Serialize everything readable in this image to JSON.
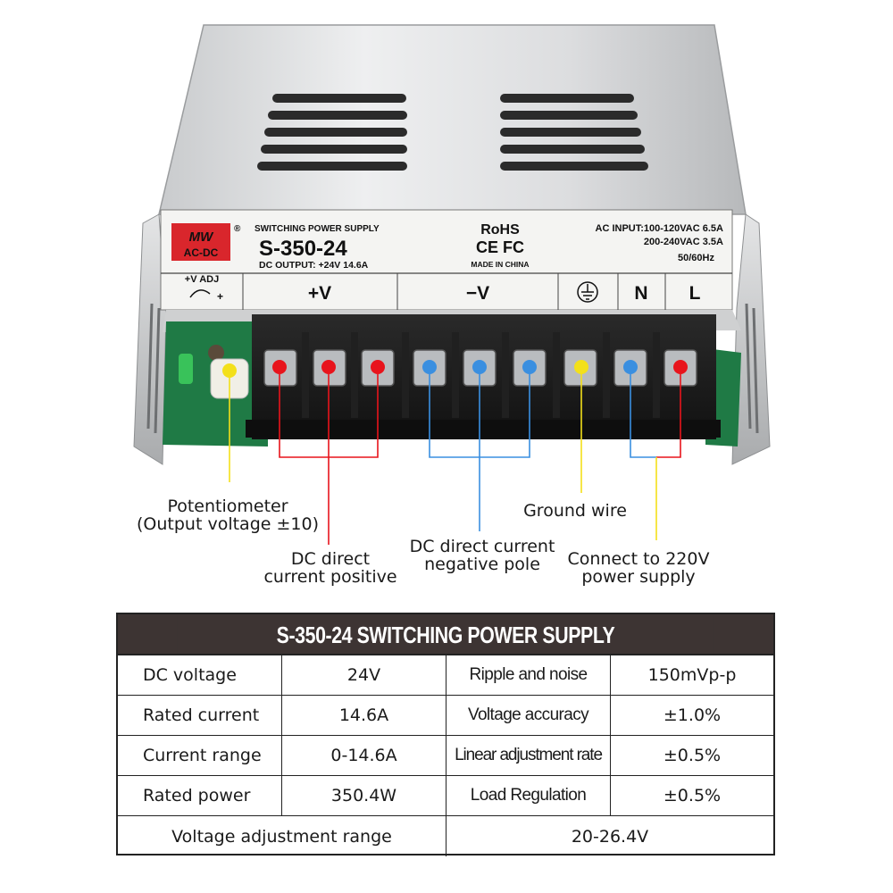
{
  "device_label": {
    "brand_logo_line1": "MW",
    "brand_logo_line2": "AC-DC",
    "registered_mark": "®",
    "product_type": "SWITCHING POWER SUPPLY",
    "model": "S-350-24",
    "dc_output": "DC OUTPUT:  +24V   14.6A",
    "rohs": "RoHS",
    "ce_fc": "CE FC",
    "made_in": "MADE  IN  CHINA",
    "ac_input_1": "AC INPUT:100-120VAC  6.5A",
    "ac_input_2": "200-240VAC  3.5A",
    "ac_input_3": "50/60Hz",
    "adj_label": "+V ADJ",
    "adj_plus": "+",
    "terminal_vplus": "+V",
    "terminal_vminus": "−V",
    "terminal_n": "N",
    "terminal_l": "L"
  },
  "callouts": {
    "potentiometer_line1": "Potentiometer",
    "potentiometer_line2": "(Output voltage ±10)",
    "dc_positive_line1": "DC direct",
    "dc_positive_line2": "current positive",
    "dc_negative_line1": "DC direct current",
    "dc_negative_line2": "negative pole",
    "ground_line1": "Ground wire",
    "supply_line1": "Connect to 220V",
    "supply_line2": "power supply"
  },
  "colors": {
    "positive": "#e8141c",
    "negative": "#3a8fe0",
    "ground": "#f3e01a",
    "table_header": "#3d3433"
  },
  "spec_table": {
    "title": "S-350-24  SWITCHING POWER SUPPLY",
    "rows": [
      {
        "label": "DC voltage",
        "value": "24V",
        "label2": "Ripple and noise",
        "value2": "150mVp-p"
      },
      {
        "label": "Rated current",
        "value": "14.6A",
        "label2": "Voltage accuracy",
        "value2": "±1.0%"
      },
      {
        "label": "Current range",
        "value": "0-14.6A",
        "label2": "Linear adjustment rate",
        "value2": "±0.5%"
      },
      {
        "label": "Rated power",
        "value": "350.4W",
        "label2": "Load Regulation",
        "value2": "±0.5%"
      }
    ],
    "last_row": {
      "label": "Voltage adjustment range",
      "value": "20-26.4V"
    }
  }
}
